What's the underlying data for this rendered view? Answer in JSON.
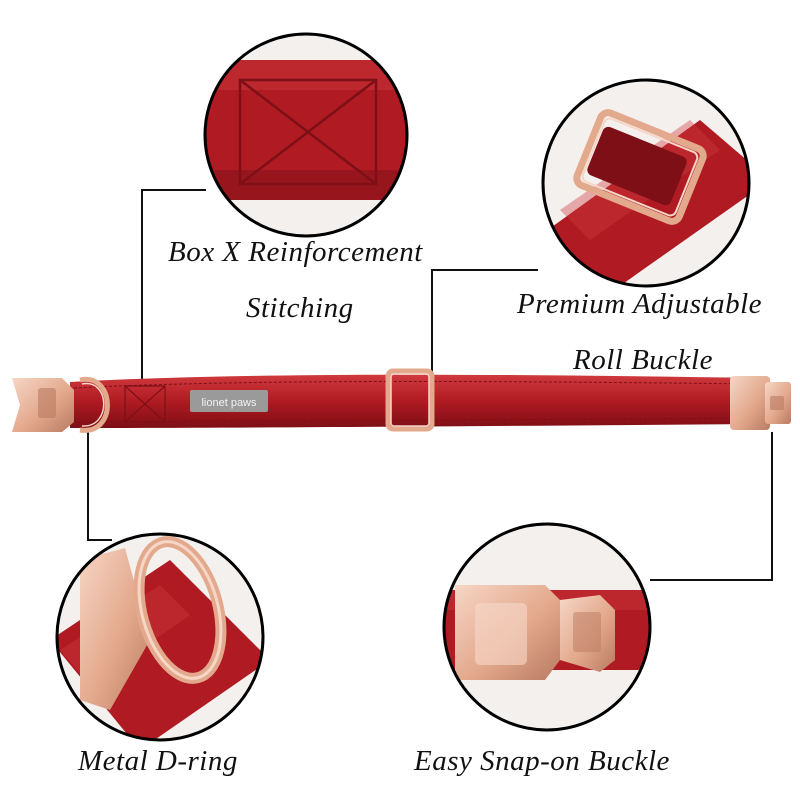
{
  "colors": {
    "fabric": "#b01a22",
    "fabric_dark": "#7e0f16",
    "fabric_light": "#cf3a3e",
    "hardware": "#e3a98d",
    "hardware_dark": "#b97a62",
    "hardware_light": "#f6d6c6",
    "tag": "#9a9a9a",
    "line": "#111111"
  },
  "collar": {
    "brand_tag": "lionet paws"
  },
  "features": [
    {
      "id": "stitching",
      "lines": [
        "Box X Reinforcement",
        "Stitching"
      ],
      "icon": "box-x-stitching"
    },
    {
      "id": "roll-buckle",
      "lines": [
        "Premium Adjustable",
        "Roll Buckle"
      ],
      "icon": "roll-buckle"
    },
    {
      "id": "d-ring",
      "lines": [
        "Metal D-ring"
      ],
      "icon": "d-ring"
    },
    {
      "id": "snap-buckle",
      "lines": [
        "Easy Snap-on Buckle"
      ],
      "icon": "snap-buckle"
    }
  ]
}
